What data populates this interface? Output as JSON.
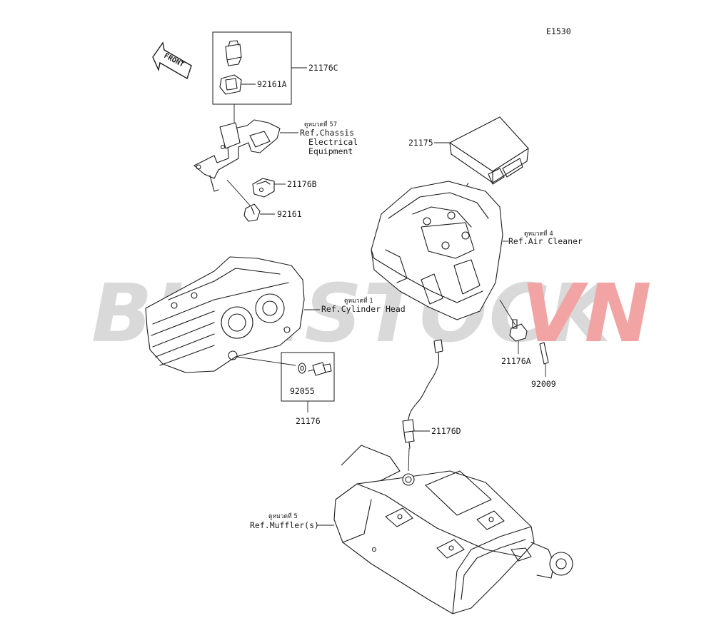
{
  "diagram_code": "E1530",
  "front_label": "FRONT",
  "watermark": {
    "text_gray": "BIKESTOCK",
    "text_red": "VN",
    "gray": "#d9d9d9",
    "red": "#f2a3a3"
  },
  "part_numbers": {
    "p21176C": "21176C",
    "p92161A": "92161A",
    "p21176B": "21176B",
    "p92161": "92161",
    "p21175": "21175",
    "p21176A": "21176A",
    "p92009": "92009",
    "p92055": "92055",
    "p21176": "21176",
    "p21176D": "21176D"
  },
  "refs": {
    "chassis": {
      "section": "ดูหมวดที่ 57",
      "line1": "Ref.Chassis",
      "line2": "Electrical",
      "line3": "Equipment"
    },
    "air_cleaner": {
      "section": "ดูหมวดที่ 4",
      "line1": "Ref.Air Cleaner"
    },
    "cylinder_head": {
      "section": "ดูหมวดที่ 1",
      "line1": "Ref.Cylinder Head"
    },
    "muffler": {
      "section": "ดูหมวดที่ 5",
      "line1": "Ref.Muffler(s)"
    }
  }
}
